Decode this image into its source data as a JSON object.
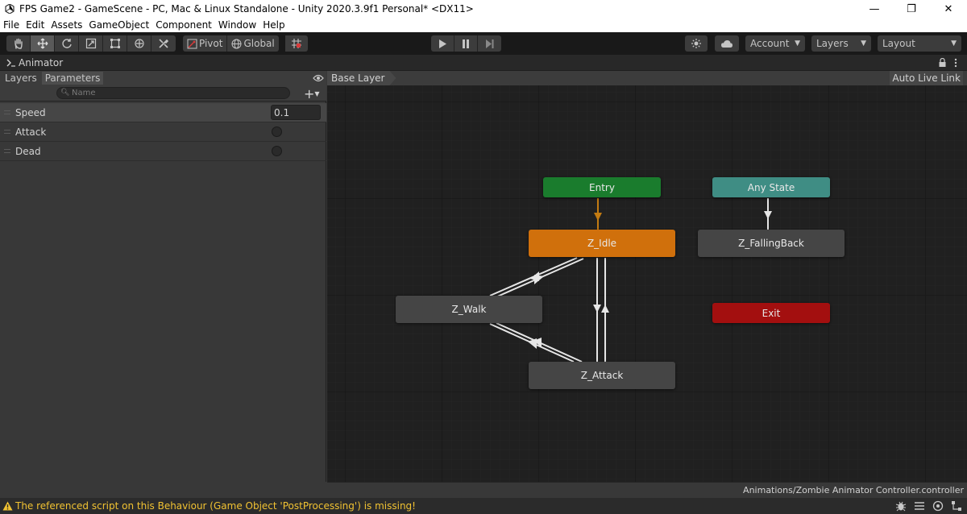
{
  "window": {
    "title": "FPS Game2 - GameScene - PC, Mac & Linux Standalone - Unity 2020.3.9f1 Personal* <DX11>",
    "minimize": "—",
    "maximize": "❐",
    "close": "✕"
  },
  "menu": [
    "File",
    "Edit",
    "Assets",
    "GameObject",
    "Component",
    "Window",
    "Help"
  ],
  "toolbar": {
    "pivot_label": "Pivot",
    "global_label": "Global",
    "account_label": "Account",
    "layers_label": "Layers",
    "layout_label": "Layout"
  },
  "animator_tab": {
    "title": "Animator"
  },
  "left_panel": {
    "tabs": [
      "Layers",
      "Parameters"
    ],
    "selected_tab": "Parameters",
    "search_placeholder": "Name",
    "parameters": [
      {
        "name": "Speed",
        "type": "float",
        "value": "0.1"
      },
      {
        "name": "Attack",
        "type": "trigger"
      },
      {
        "name": "Dead",
        "type": "trigger"
      }
    ]
  },
  "graph": {
    "breadcrumb": "Base Layer",
    "auto_live_link": "Auto Live Link",
    "states": [
      {
        "id": "entry",
        "label": "Entry",
        "color": "#1a7c2d"
      },
      {
        "id": "any",
        "label": "Any State",
        "color": "#3f8d84"
      },
      {
        "id": "idle",
        "label": "Z_Idle",
        "color": "#d0700c"
      },
      {
        "id": "fallingback",
        "label": "Z_FallingBack",
        "color": "#454545"
      },
      {
        "id": "walk",
        "label": "Z_Walk",
        "color": "#454545"
      },
      {
        "id": "exit",
        "label": "Exit",
        "color": "#a30f0f"
      },
      {
        "id": "attack",
        "label": "Z_Attack",
        "color": "#454545"
      }
    ]
  },
  "footer": {
    "controller_path": "Animations/Zombie Animator Controller.controller"
  },
  "status": {
    "message": "The referenced script on this Behaviour (Game Object 'PostProcessing') is missing!",
    "warning_color": "#f1c232"
  }
}
